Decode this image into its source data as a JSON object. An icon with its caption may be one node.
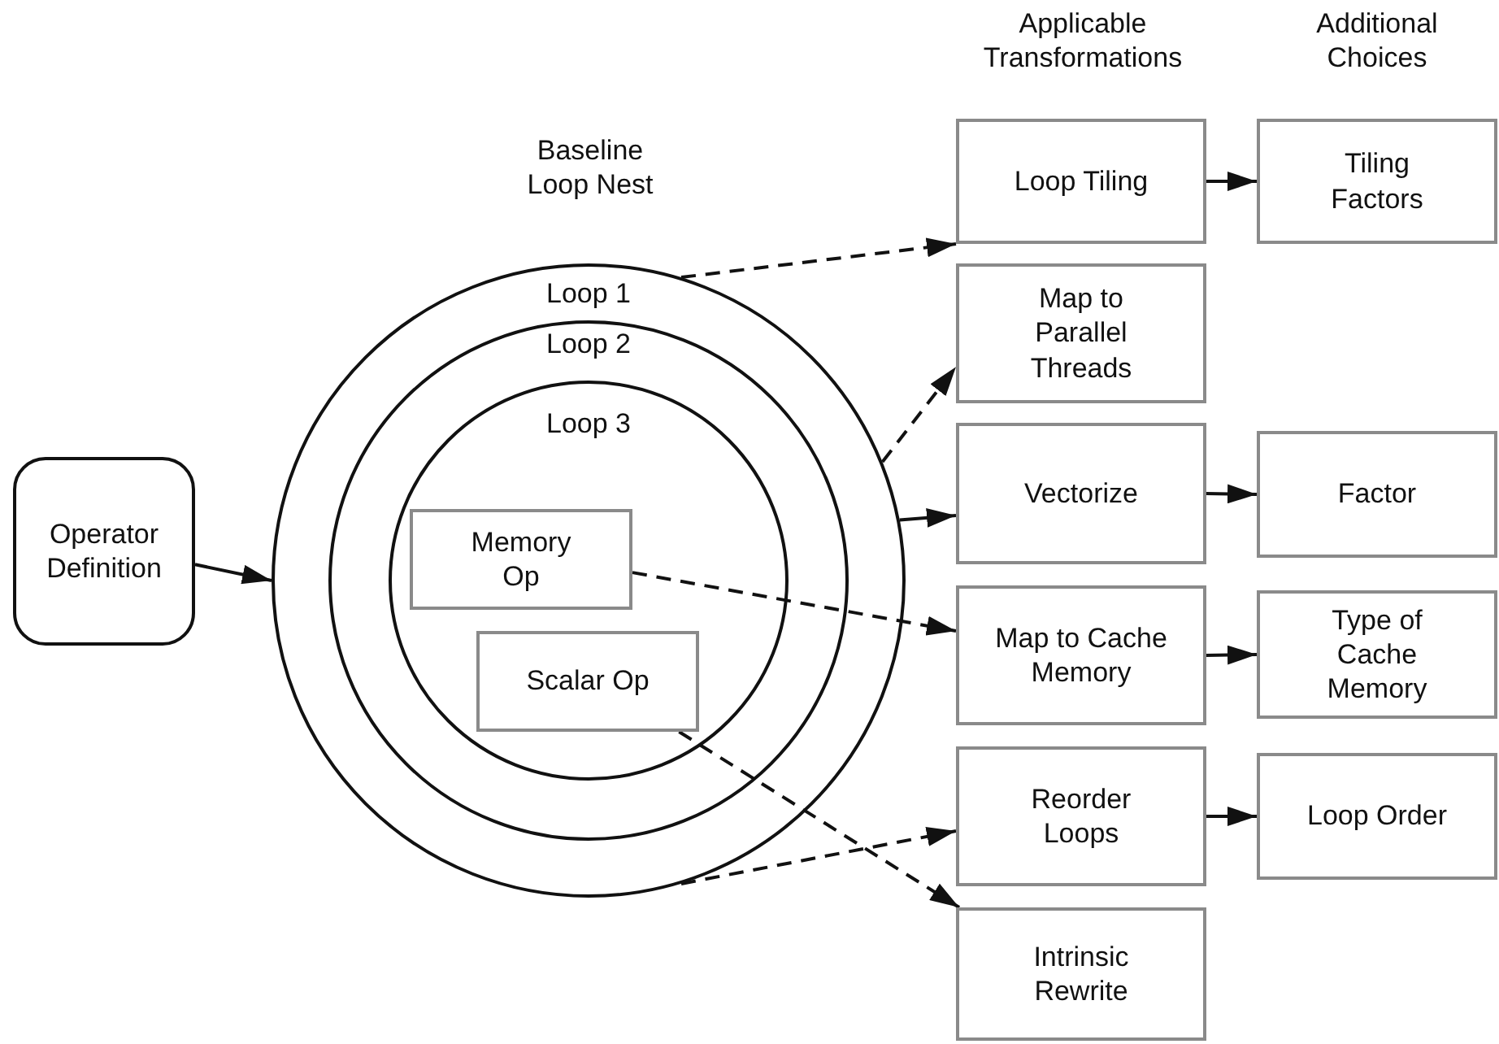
{
  "diagram": {
    "nodes": [
      {
        "text": [
          "Operator Definition"
        ]
      },
      {
        "text": [
          "Loop 1"
        ]
      },
      {
        "text": [
          "Loop 2"
        ],
        "in": 1
      },
      {
        "text": [
          "Loop 3"
        ],
        "in": 2
      },
      {
        "text": [
          "Memory Op"
        ],
        "in": 3
      },
      {
        "text": [
          "Scalar Op"
        ],
        "in": 3
      },
      {
        "text": [
          "Loop Tiling"
        ]
      },
      {
        "text": [
          "Tiling Factors"
        ]
      },
      {
        "text": [
          "Map to Parallel Threads"
        ]
      },
      {
        "text": [
          "Vectorize"
        ]
      },
      {
        "text": [
          "Factor"
        ]
      },
      {
        "text": [
          "Map to Cache Memory"
        ]
      },
      {
        "text": [
          "Type of Cache Memory"
        ]
      },
      {
        "text": [
          "Reorder Loops"
        ]
      },
      {
        "text": [
          "Loop Order"
        ]
      },
      {
        "text": [
          "Intrinsic Rewrite"
        ]
      }
    ],
    "edges": [
      {
        "from": 0,
        "to": 1,
        "arrow": "to"
      },
      {
        "from": 1,
        "to": 6,
        "arrow": "to",
        "style": "dashed"
      },
      {
        "from": 1,
        "to": 8,
        "arrow": "to",
        "style": "dashed"
      },
      {
        "from": 1,
        "to": 9,
        "arrow": "to"
      },
      {
        "from": 4,
        "to": 11,
        "arrow": "to",
        "style": "dashed"
      },
      {
        "from": 5,
        "to": 15,
        "arrow": "to",
        "style": "dashed"
      },
      {
        "from": 1,
        "to": 13,
        "arrow": "to",
        "style": "dashed"
      },
      {
        "from": 6,
        "to": 7,
        "arrow": "to"
      },
      {
        "from": 9,
        "to": 10,
        "arrow": "to"
      },
      {
        "from": 11,
        "to": 12,
        "arrow": "to"
      },
      {
        "from": 13,
        "to": 14,
        "arrow": "to"
      }
    ],
    "labels": [
      "Baseline Loop Nest",
      "Applicable Transformations",
      "Additional Choices"
    ]
  }
}
